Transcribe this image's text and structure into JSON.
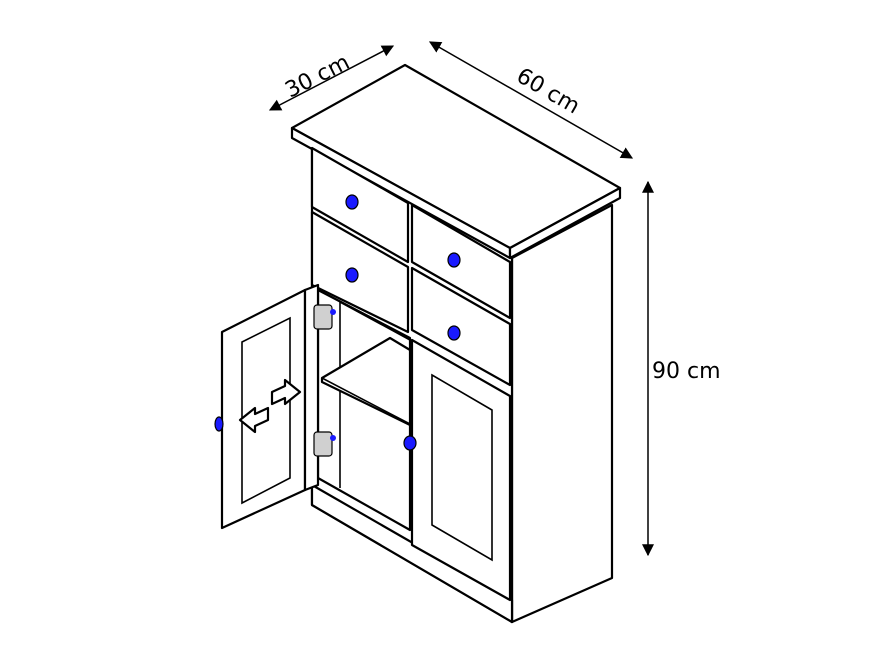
{
  "dimensions": {
    "depth": "30 cm",
    "width": "60 cm",
    "height": "90 cm"
  },
  "colors": {
    "line": "#000000",
    "knob": "#1a1aff",
    "background": "#ffffff"
  },
  "icons": {
    "dimension_arrow": "double-headed-arrow",
    "direction_arrows": "reversible-door-arrows"
  }
}
